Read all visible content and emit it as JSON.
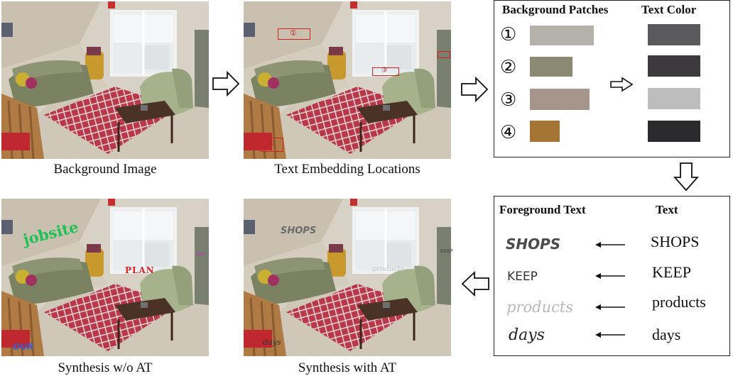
{
  "captions": {
    "background": "Background Image",
    "locations": "Text Embedding Locations",
    "without_at": "Synthesis w/o AT",
    "with_at": "Synthesis with AT"
  },
  "patch_box": {
    "header_patches": "Background Patches",
    "header_color": "Text Color",
    "rows": [
      {
        "marker": "①",
        "patch_color": "#b4b0aa",
        "text_color": "#5a5a5c"
      },
      {
        "marker": "②",
        "patch_color": "#8d8a73",
        "text_color": "#3c3a3c"
      },
      {
        "marker": "③",
        "patch_color": "#a5958b",
        "text_color": "#bdbdbd"
      },
      {
        "marker": "④",
        "patch_color": "#a47434",
        "text_color": "#2a2a2c"
      }
    ]
  },
  "text_box": {
    "header_fg": "Foreground Text",
    "header_text": "Text",
    "rows": [
      {
        "fg": "SHOPS",
        "text": "SHOPS"
      },
      {
        "fg": "KEEP",
        "text": "KEEP"
      },
      {
        "fg": "products",
        "text": "products"
      },
      {
        "fg": "days",
        "text": "days"
      }
    ]
  },
  "markers": {
    "loc1": "①",
    "loc3": "③",
    "loc4": "④"
  },
  "overlays_wo": {
    "jobsite": "jobsite",
    "plan": "PLAN",
    "our": "OUR",
    "side": "sho"
  },
  "overlays_with": {
    "shops": "SHOPS",
    "products": "products",
    "days": "days",
    "keep": "KEEP"
  }
}
